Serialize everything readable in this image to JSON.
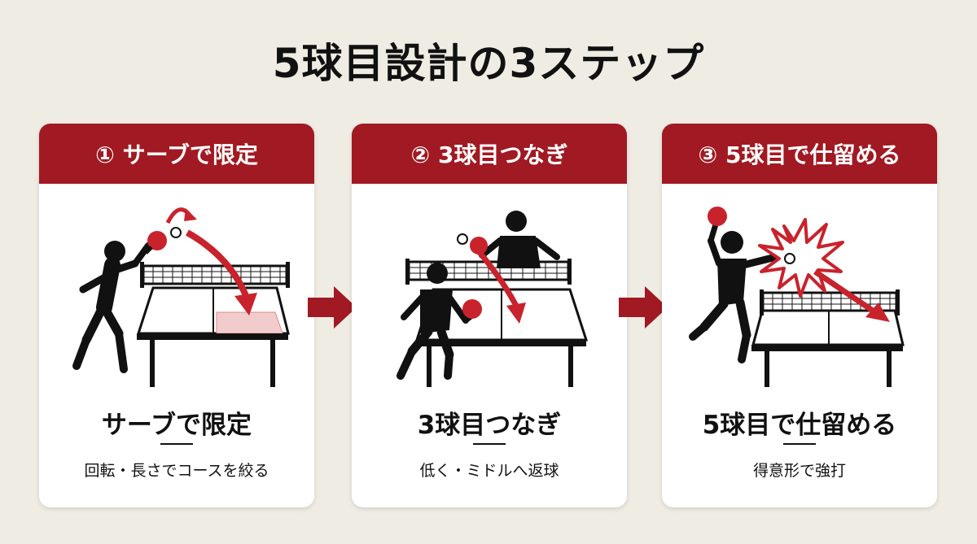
{
  "page": {
    "title": "5球目設計の3ステップ"
  },
  "steps": [
    {
      "header": "① サーブで限定",
      "title": "サーブで限定",
      "subtitle": "回転・長さでコースを絞る"
    },
    {
      "header": "② 3球目つなぎ",
      "title": "3球目つなぎ",
      "subtitle": "低く・ミドルへ返球"
    },
    {
      "header": "③ 5球目で仕留める",
      "title": "5球目で仕留める",
      "subtitle": "得意形で強打"
    }
  ],
  "colors": {
    "accent": "#a11922",
    "background": "#efece4",
    "card": "#ffffff",
    "text": "#111111",
    "zone_highlight": "#f2cccc"
  },
  "icons": [
    "player-serving-icon",
    "player-receiving-icon",
    "player-smashing-icon",
    "ping-pong-table-icon",
    "ball-trajectory-arrow-icon",
    "impact-burst-icon",
    "flow-arrow-icon"
  ]
}
